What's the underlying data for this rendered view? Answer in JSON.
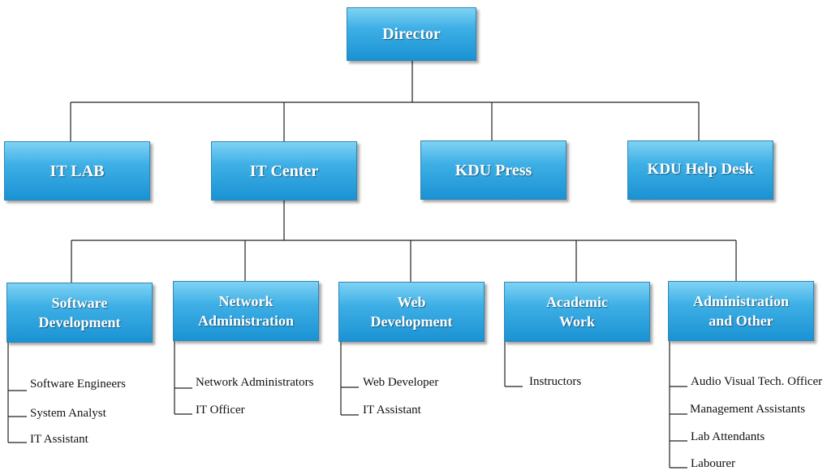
{
  "director": "Director",
  "units": [
    "IT LAB",
    "IT Center",
    "KDU Press",
    "KDU Help Desk"
  ],
  "sections": [
    {
      "title": "Software\nDevelopment",
      "roles": [
        "Software Engineers",
        "System Analyst",
        "IT Assistant"
      ]
    },
    {
      "title": "Network\nAdministration",
      "roles": [
        "Network Administrators",
        "IT Officer"
      ]
    },
    {
      "title": "Web\nDevelopment",
      "roles": [
        "Web Developer",
        "IT Assistant"
      ]
    },
    {
      "title": "Academic\nWork",
      "roles": [
        "Instructors"
      ]
    },
    {
      "title": "Administration\nand Other",
      "roles": [
        "Audio Visual Tech. Officer",
        "Management Assistants",
        "Lab Attendants",
        "Labourer"
      ]
    }
  ]
}
